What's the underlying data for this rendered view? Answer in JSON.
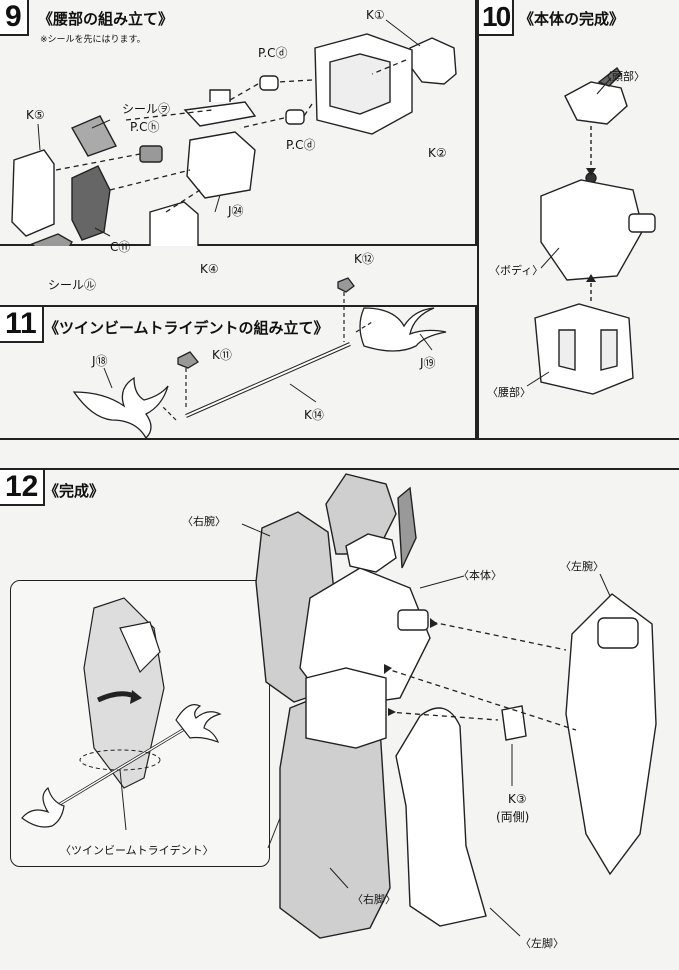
{
  "step9": {
    "number": "9",
    "title": "《腰部の組み立て》",
    "note": "※シールを先にはります。",
    "labels": {
      "k1": "K①",
      "pc_d1": "P.Cⓓ",
      "pc_d2": "P.Cⓓ",
      "seal_so": "シール㋾",
      "k5": "K⑤",
      "pc_h": "P.Cⓗ",
      "k2": "K②",
      "j24": "J㉔",
      "c11": "C⑪",
      "k4": "K④",
      "seal_ta": "シール㋸"
    }
  },
  "step10": {
    "number": "10",
    "title": "《本体の完成》",
    "labels": {
      "head": "〈頭部〉",
      "body": "〈ボディ〉",
      "waist": "〈腰部〉"
    }
  },
  "step11": {
    "number": "11",
    "title": "《ツインビームトライデントの組み立て》",
    "labels": {
      "k12": "K⑫",
      "j18": "J⑱",
      "k11": "K⑪",
      "j19": "J⑲",
      "k14": "K⑭"
    }
  },
  "step12": {
    "number": "12",
    "title": "《完成》",
    "labels": {
      "right_arm": "〈右腕〉",
      "main_body": "〈本体〉",
      "left_arm": "〈左腕〉",
      "k3": "K③",
      "both_sides": "(両側)",
      "right_leg": "〈右脚〉",
      "left_leg": "〈左脚〉",
      "trident": "〈ツインビームトライデント〉"
    }
  }
}
